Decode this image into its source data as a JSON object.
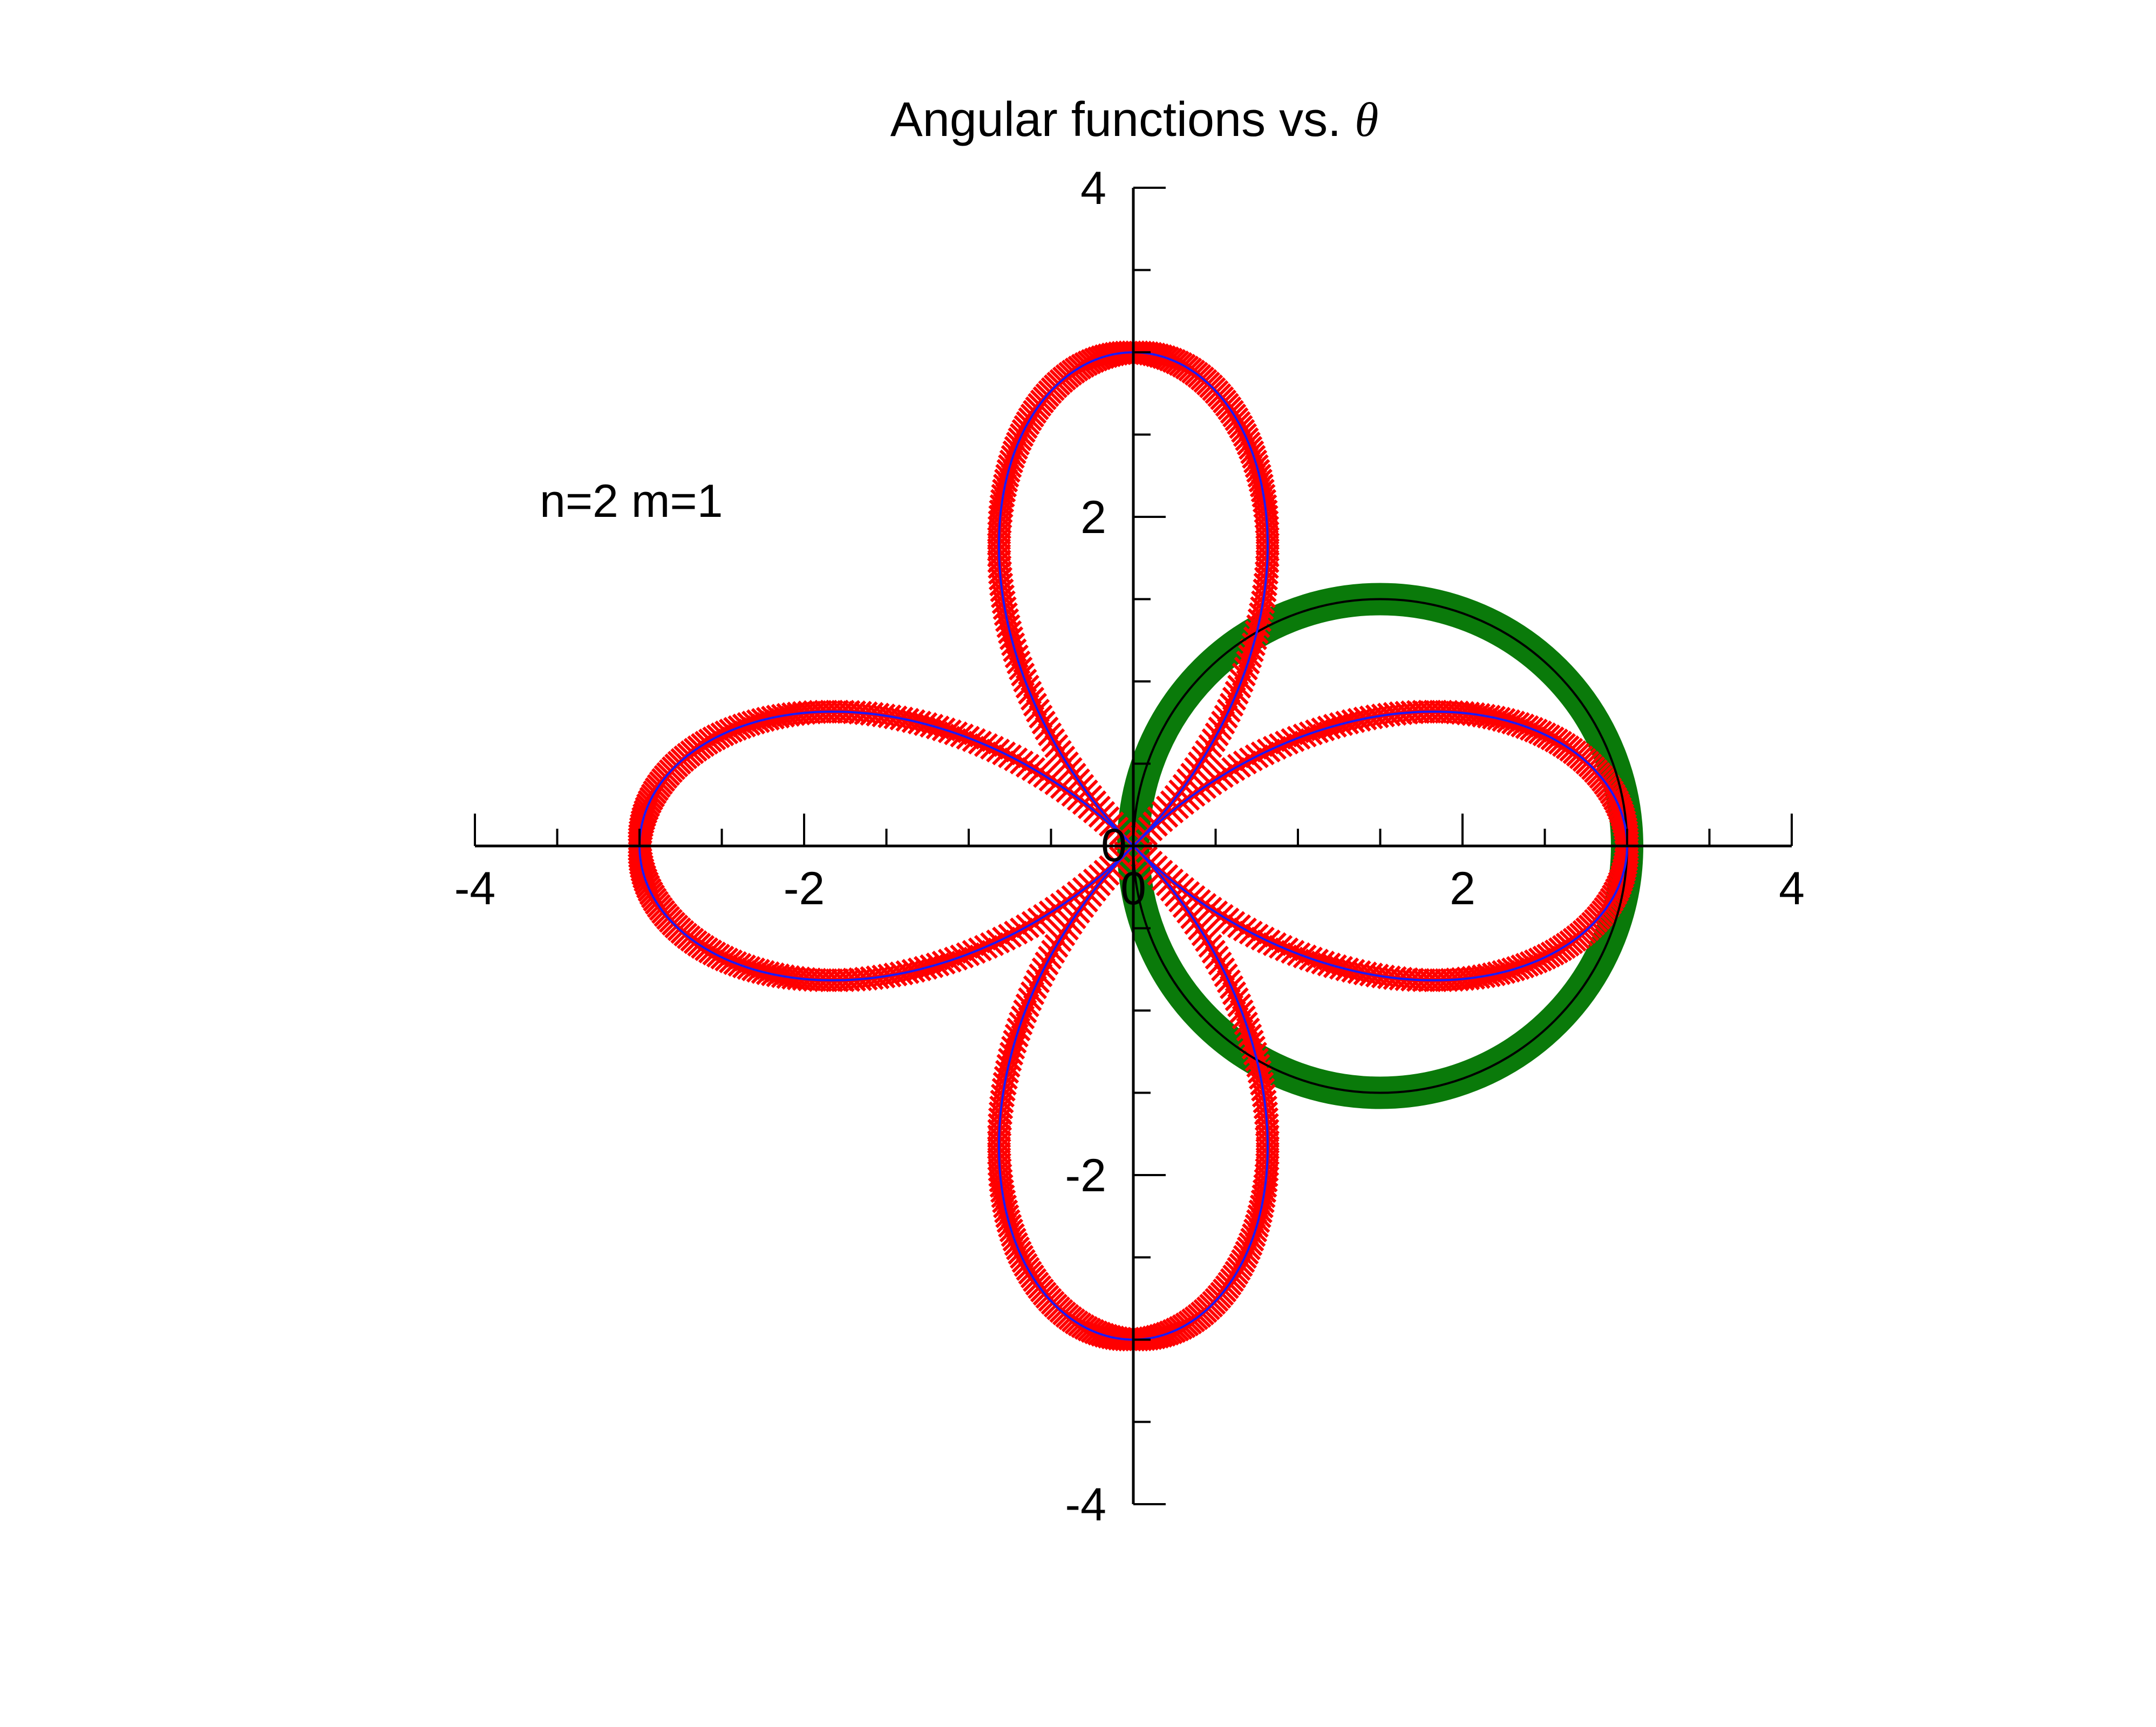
{
  "chart_data": {
    "type": "line",
    "title": "Angular functions vs. ",
    "title_symbol": "θ",
    "annotation": "n=2 m=1",
    "xlim": [
      -4,
      4
    ],
    "ylim": [
      -4,
      4
    ],
    "x_ticks": [
      -4,
      -2,
      0,
      2,
      4
    ],
    "y_ticks": [
      -4,
      -2,
      2,
      4
    ],
    "x_tick_labels": [
      "-4",
      "-2",
      "0",
      "2",
      "4"
    ],
    "y_tick_labels": [
      "-4",
      "-2",
      "2",
      "4"
    ],
    "axes_origin_label": "0",
    "minor_tick_step": 0.5,
    "grid": false,
    "legend": "none",
    "series": [
      {
        "kind": "polar-lobes",
        "description_visible": false,
        "polar_rule": "r = 3*|cos(2*theta)|",
        "amplitude": 3,
        "lobes": 4,
        "marker": "x",
        "marker_color": "#ff0000",
        "line_color": "#1a1aff"
      },
      {
        "kind": "circle",
        "polar_rule": "r = 3*cos(theta)",
        "center": [
          1.5,
          0
        ],
        "radius": 1.5,
        "marker": "o",
        "marker_color": "#0a7a0a",
        "line_color": "#000000"
      }
    ]
  }
}
